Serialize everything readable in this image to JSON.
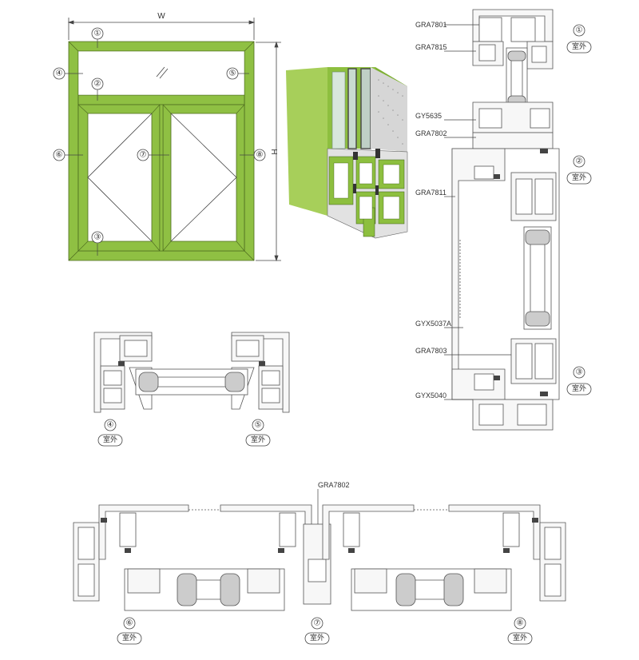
{
  "elevation": {
    "width_label": "W",
    "height_label": "H",
    "frame_color": "#8fc043",
    "callouts": [
      "①",
      "②",
      "③",
      "④",
      "⑤",
      "⑥",
      "⑦",
      "⑧"
    ]
  },
  "section_render": {
    "color": "#8dbf3f"
  },
  "vertical_section": {
    "part_labels": [
      "GRA7801",
      "GRA7815",
      "GY5635",
      "GRA7802",
      "GRA7811",
      "GYX5037A",
      "GRA7803",
      "GYX5040"
    ],
    "callouts": [
      "①",
      "②",
      "③"
    ]
  },
  "section_4_5": {
    "callouts": [
      "④",
      "⑤"
    ]
  },
  "horizontal_section": {
    "top_label": "GRA7802",
    "callouts": [
      "⑥",
      "⑦",
      "⑧"
    ]
  },
  "exterior_label": "室外"
}
